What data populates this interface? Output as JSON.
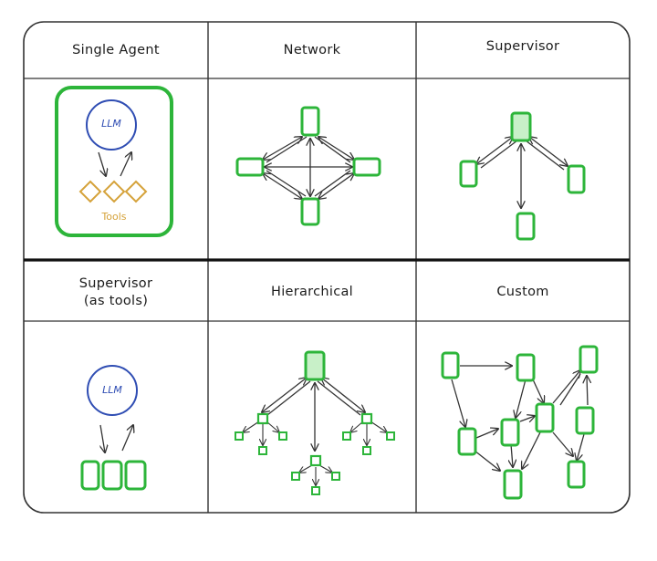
{
  "headers": {
    "single_agent": "Single Agent",
    "network": "Network",
    "supervisor": "Supervisor",
    "supervisor_tools_line1": "Supervisor",
    "supervisor_tools_line2": "(as tools)",
    "hierarchical": "Hierarchical",
    "custom": "Custom"
  },
  "labels": {
    "llm_top": "LLM",
    "llm_bottom": "LLM",
    "tools": "Tools"
  },
  "colors": {
    "agent_green": "#2db53a",
    "agent_fill_light": "#c8f0c8",
    "llm_blue": "#2f4db3",
    "tool_gold": "#d5a23a",
    "border": "#333333"
  }
}
